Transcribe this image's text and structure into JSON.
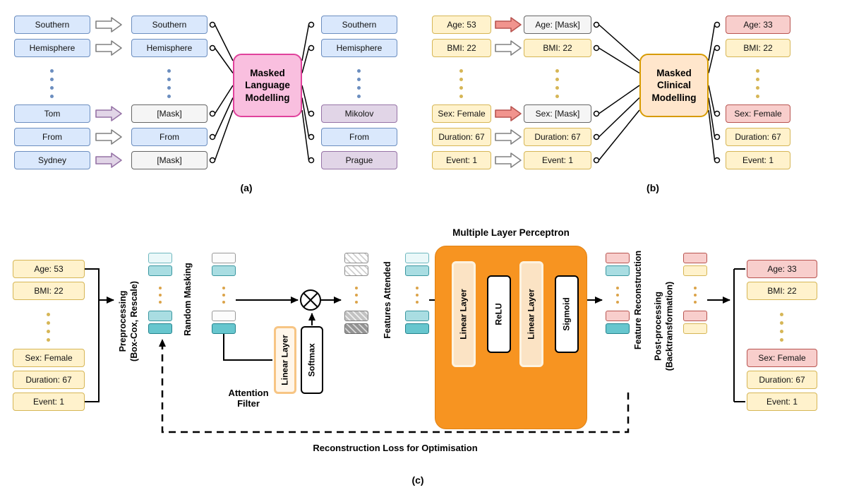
{
  "colors": {
    "blue_fill": "#dae8fc",
    "blue_border": "#6c8ebf",
    "purple_fill": "#e1d5e7",
    "purple_border": "#9673a6",
    "mask_fill": "#f5f5f5",
    "mask_border": "#666666",
    "yellow_fill": "#fff2cc",
    "yellow_border": "#d6b656",
    "red_fill": "#f8cecc",
    "red_border": "#b85450",
    "mlm_box_fill": "#f9bfdf",
    "mlm_box_border": "#e0429c",
    "mcm_box_fill": "#ffe6cc",
    "mcm_box_border": "#d79b00",
    "mlp_fill": "#f79421",
    "teal_fill": "#a9dde2",
    "teal_border": "#3a97a0"
  },
  "panel_a": {
    "caption": "(a)",
    "model_label": "Masked\nLanguage\nModelling",
    "input_tokens": [
      "Southern",
      "Hemisphere",
      "Tom",
      "From",
      "Sydney"
    ],
    "masked_tokens": [
      "Southern",
      "Hemisphere",
      "[Mask]",
      "From",
      "[Mask]"
    ],
    "output_tokens": [
      "Southern",
      "Hemisphere",
      "Mikolov",
      "From",
      "Prague"
    ]
  },
  "panel_b": {
    "caption": "(b)",
    "model_label": "Masked\nClinical\nModelling",
    "input_fields": [
      "Age: 53",
      "BMI: 22",
      "Sex: Female",
      "Duration: 67",
      "Event: 1"
    ],
    "masked_fields": [
      "Age: [Mask]",
      "BMI: 22",
      "Sex: [Mask]",
      "Duration: 67",
      "Event: 1"
    ],
    "output_fields": [
      "Age: 33",
      "BMI: 22",
      "Sex: Female",
      "Duration: 67",
      "Event: 1"
    ]
  },
  "panel_c": {
    "caption": "(c)",
    "input_fields": [
      "Age: 53",
      "BMI: 22",
      "Sex: Female",
      "Duration: 67",
      "Event: 1"
    ],
    "output_fields": [
      "Age: 33",
      "BMI: 22",
      "Sex: Female",
      "Duration: 67",
      "Event: 1"
    ],
    "stages": {
      "preprocessing": "Preprocessing\n(Box-Cox, Rescale)",
      "random_masking": "Random Masking",
      "attention_filter": "Attention\nFilter",
      "attention_linear_layer": "Linear Layer",
      "softmax": "Softmax",
      "features_attended": "Features Attended",
      "mlp_title": "Multiple Layer Perceptron",
      "mlp_linear_layer_1": "Linear Layer",
      "mlp_relu": "ReLU",
      "mlp_linear_layer_2": "Linear Layer",
      "mlp_sigmoid": "Sigmoid",
      "feature_reconstruction": "Feature Reconstruction",
      "postprocessing": "Post-processing\n(Backtransformation)",
      "loss": "Reconstruction Loss for Optimisation"
    }
  }
}
